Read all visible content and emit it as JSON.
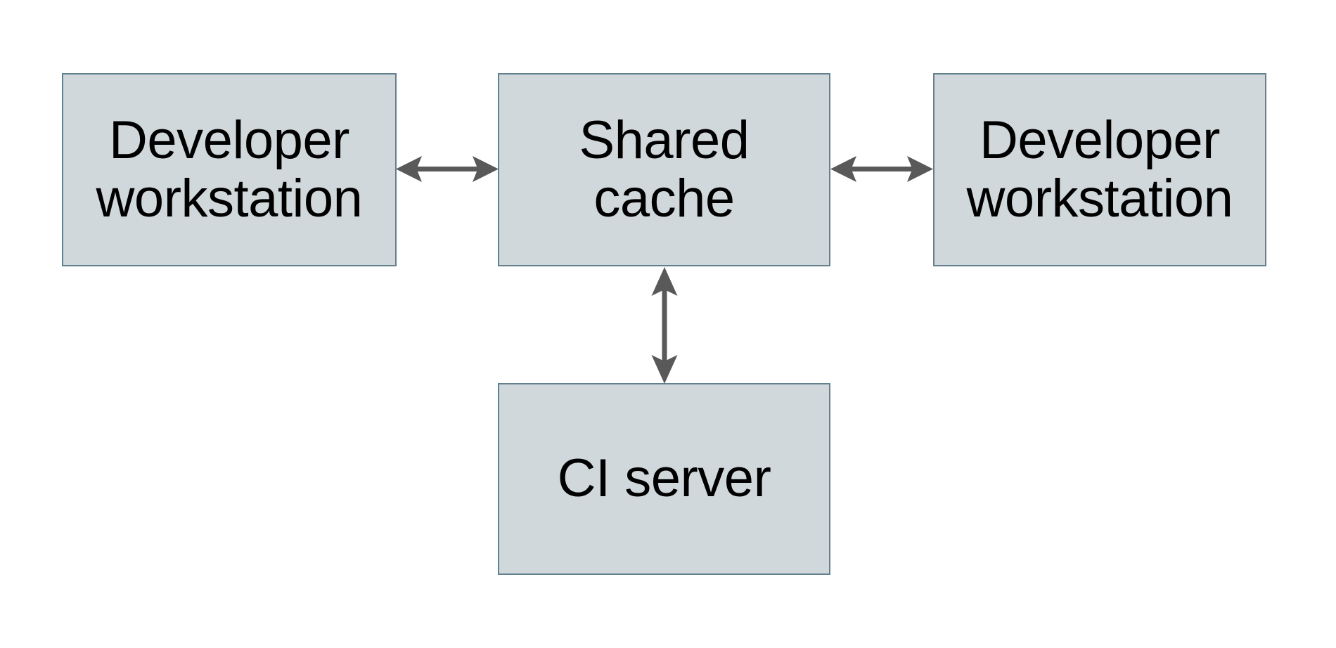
{
  "diagram": {
    "type": "block-diagram",
    "background_color": "#ffffff",
    "node_fill_color": "#d0d8dc",
    "node_border_color": "#63808d",
    "connector_color": "#595959",
    "text_color": "#000000",
    "nodes": [
      {
        "id": "dev-workstation-left",
        "label": "Developer\nworkstation",
        "shape": "rectangle"
      },
      {
        "id": "shared-cache",
        "label": "Shared\ncache",
        "shape": "rectangle"
      },
      {
        "id": "dev-workstation-right",
        "label": "Developer\nworkstation",
        "shape": "rectangle"
      },
      {
        "id": "ci-server",
        "label": "CI server",
        "shape": "rectangle"
      }
    ],
    "connectors": [
      {
        "id": "dev-left-to-cache",
        "from": "dev-workstation-left",
        "to": "shared-cache",
        "style": "double-headed-arrow",
        "orientation": "horizontal"
      },
      {
        "id": "cache-to-dev-right",
        "from": "shared-cache",
        "to": "dev-workstation-right",
        "style": "double-headed-arrow",
        "orientation": "horizontal"
      },
      {
        "id": "cache-to-ci-server",
        "from": "shared-cache",
        "to": "ci-server",
        "style": "double-headed-arrow",
        "orientation": "vertical"
      }
    ]
  }
}
